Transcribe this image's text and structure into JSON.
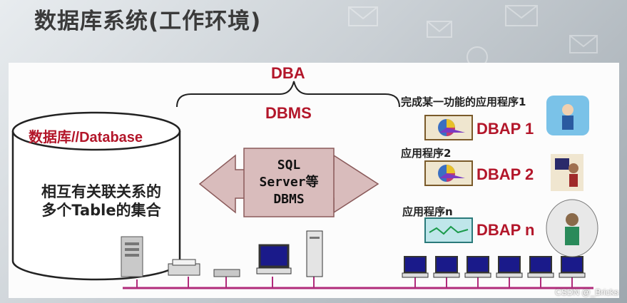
{
  "page_title": "数据库系统(工作环境)",
  "labels": {
    "dba": "DBA",
    "dbms": "DBMS",
    "database": "数据库//Database",
    "database_desc_line1": "相互有关联关系的",
    "database_desc_line2": "多个Table的集合",
    "center_line1": "SQL",
    "center_line2": "Server等",
    "center_line3": "DBMS"
  },
  "applications": [
    {
      "note": "完成某一功能的应用程序1",
      "name": "DBAP 1"
    },
    {
      "note": "应用程序2",
      "name": "DBAP 2"
    },
    {
      "note": "应用程序n",
      "name": "DBAP n"
    }
  ],
  "watermark": "CSDN @_Bricks",
  "colors": {
    "accent_red": "#b3162a",
    "arrow_fill": "#d9bcbc",
    "arrow_stroke": "#8a5a5a",
    "network_line": "#b02a7a"
  },
  "icons": [
    "database-cylinder-icon",
    "server-tower-icon",
    "printer-icon",
    "hub-icon",
    "desktop-computer-icon",
    "pie-chart-icon",
    "line-chart-icon",
    "user-at-computer-icon"
  ]
}
